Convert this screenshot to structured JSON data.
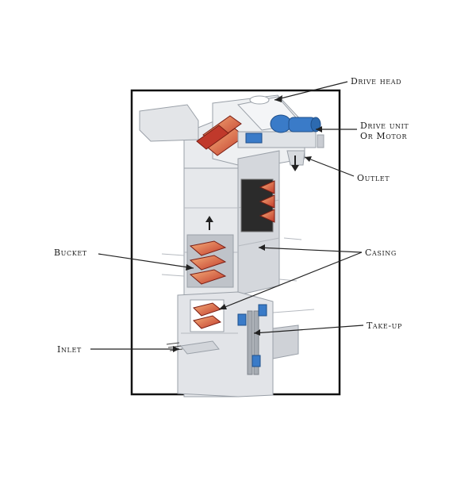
{
  "diagram": {
    "labels": {
      "drive_head": "Drive head",
      "drive_unit_line1": "Drive unit",
      "drive_unit_line2": "Or Motor",
      "outlet": "Outlet",
      "bucket": "Bucket",
      "casing": "Casing",
      "take_up": "Take-up",
      "inlet": "Inlet"
    },
    "colors": {
      "casing": "#e4e6ea",
      "casing_shade": "#c9ccd2",
      "bucket": "#c0392b",
      "bucket_inner": "#f2a46b",
      "motor": "#3a7bc8",
      "frame": "#111111"
    }
  }
}
